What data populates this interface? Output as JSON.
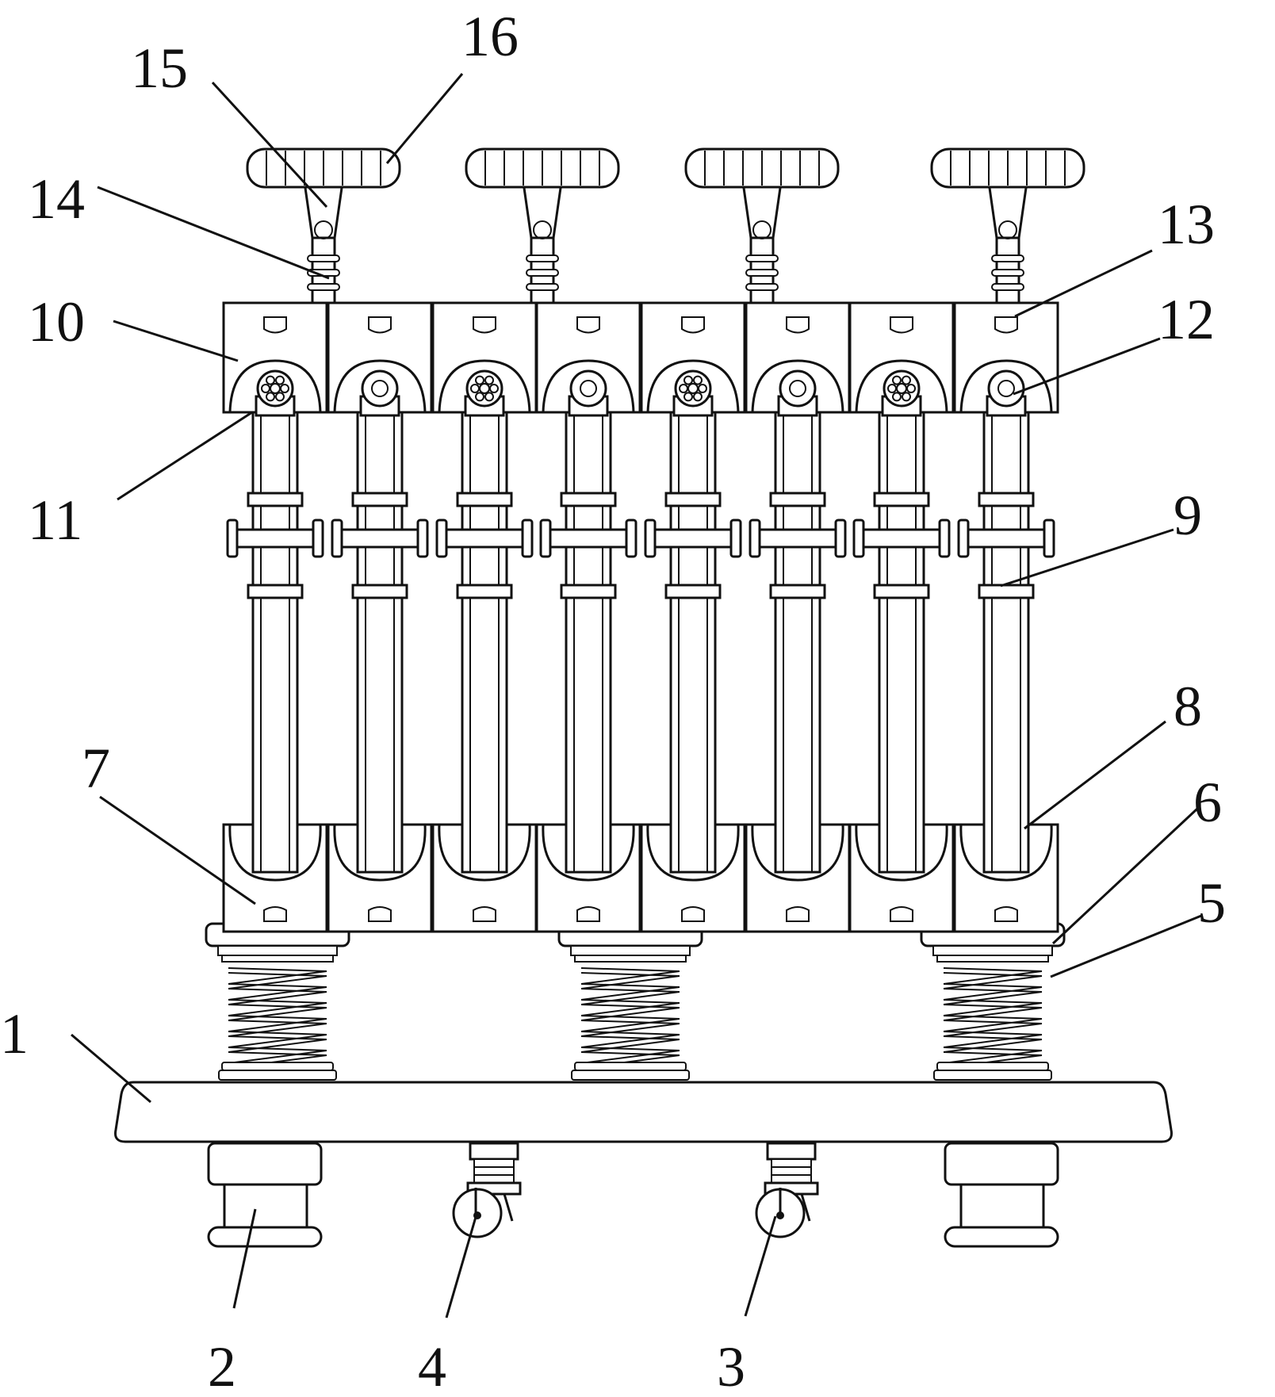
{
  "figure": {
    "labels": {
      "l1": "1",
      "l2": "2",
      "l3": "3",
      "l4": "4",
      "l5": "5",
      "l6": "6",
      "l7": "7",
      "l8": "8",
      "l9": "9",
      "l10": "10",
      "l11": "11",
      "l12": "12",
      "l13": "13",
      "l14": "14",
      "l15": "15",
      "l16": "16"
    },
    "colors": {
      "line": "#111111",
      "background": "#ffffff"
    }
  }
}
